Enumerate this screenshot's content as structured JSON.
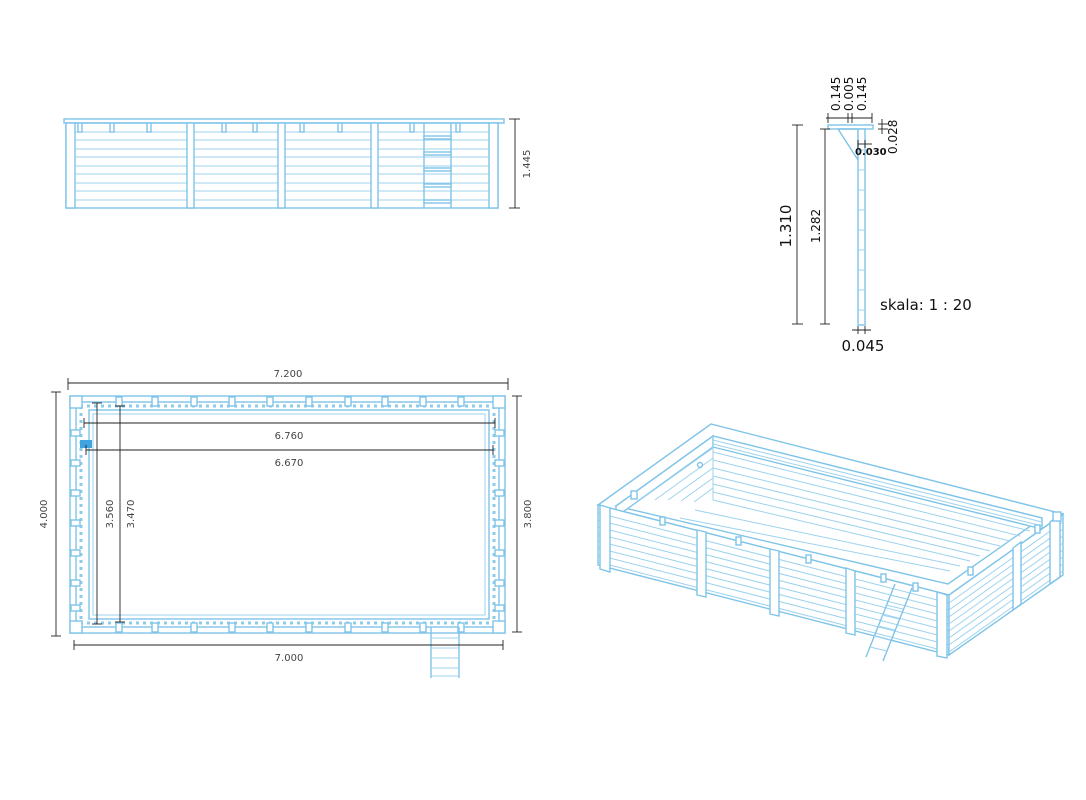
{
  "front_view": {
    "height_label": "1.445"
  },
  "plan_view": {
    "outer_width": "7.200",
    "inner_width_outer": "6.760",
    "inner_width_inner": "6.670",
    "bottom_width": "7.000",
    "outer_height": "4.000",
    "inner_height_outer": "3.560",
    "inner_height_inner": "3.470",
    "right_height": "3.800"
  },
  "section_view": {
    "top_dims": [
      "0.145",
      "0.005",
      "0.145"
    ],
    "coping_dim": "0.028",
    "overlap_dim": "0.030",
    "total_height": "1.310",
    "wall_height": "1.282",
    "wall_thickness": "0.045",
    "scale_text": "skala: 1 : 20"
  }
}
